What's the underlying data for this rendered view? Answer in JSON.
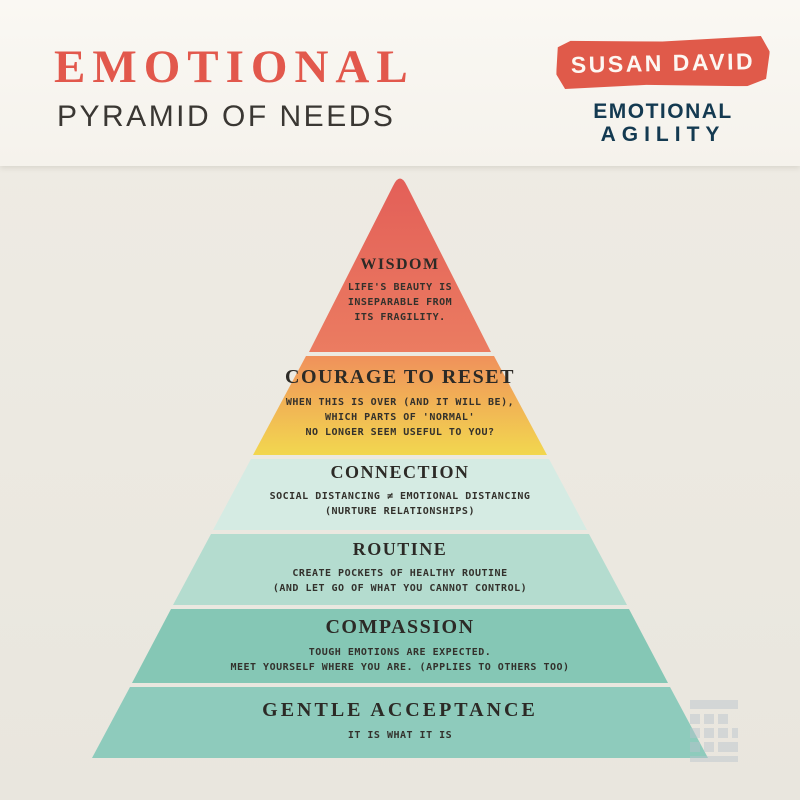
{
  "header": {
    "title_line1": "EMOTIONAL",
    "title_line2": "PYRAMID OF NEEDS",
    "author": "SUSAN DAVID",
    "brand_line1": "EMOTIONAL",
    "brand_line2": "AGILITY"
  },
  "colors": {
    "title_red": "#e2584c",
    "badge_red": "#e05a4a",
    "brand_navy": "#143a51",
    "text_dark": "#2f2d28",
    "page_bg": "#ece9e1",
    "header_bg": "#f8f6f0",
    "wisdom_top": "#e35f58",
    "wisdom_bottom": "#eb7c61",
    "courage_top": "#f0915b",
    "courage_bottom": "#f2d74f",
    "connection": "#d5ebe3",
    "routine": "#b4dccf",
    "compassion": "#85c7b5",
    "gentle": "#8ecbbc"
  },
  "pyramid": {
    "levels": [
      {
        "title": "WISDOM",
        "lines": [
          "LIFE'S BEAUTY IS",
          "INSEPARABLE FROM",
          "ITS FRAGILITY."
        ]
      },
      {
        "title": "COURAGE TO RESET",
        "lines": [
          "WHEN THIS IS OVER (AND IT WILL BE),",
          "WHICH PARTS OF 'NORMAL'",
          "NO LONGER SEEM USEFUL TO YOU?"
        ]
      },
      {
        "title": "CONNECTION",
        "lines": [
          "SOCIAL DISTANCING ≠ EMOTIONAL DISTANCING",
          "(NURTURE RELATIONSHIPS)"
        ]
      },
      {
        "title": "ROUTINE",
        "lines": [
          "CREATE POCKETS OF HEALTHY ROUTINE",
          "(AND LET GO OF WHAT YOU CANNOT CONTROL)"
        ]
      },
      {
        "title": "COMPASSION",
        "lines": [
          "TOUGH EMOTIONS ARE EXPECTED.",
          "MEET YOURSELF WHERE YOU ARE. (APPLIES TO OTHERS TOO)"
        ]
      },
      {
        "title": "GENTLE ACCEPTANCE",
        "lines": [
          "IT IS WHAT IT IS"
        ]
      }
    ]
  },
  "watermark": {
    "icon": "pixel-grid-logo"
  }
}
